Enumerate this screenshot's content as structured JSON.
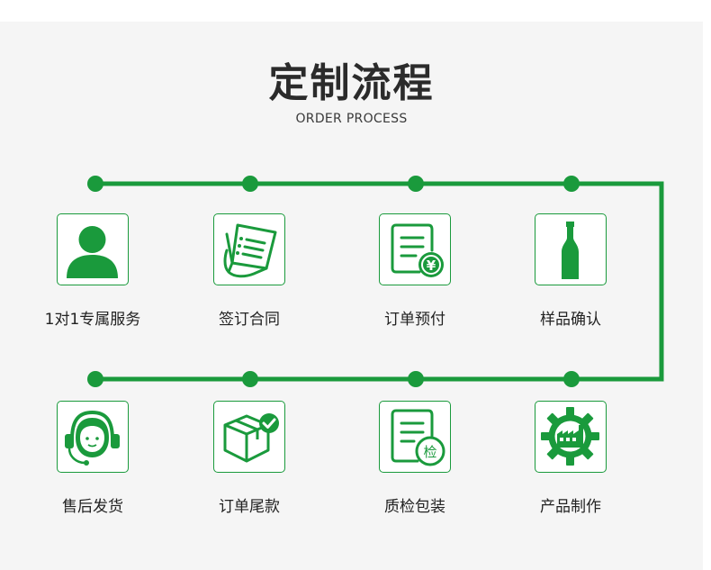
{
  "header": {
    "title": "定制流程",
    "subtitle": "ORDER PROCESS"
  },
  "colors": {
    "accent": "#1a9a3c",
    "background": "#f5f5f5",
    "text": "#222222"
  },
  "steps_row1": [
    {
      "label": "1对1专属服务",
      "icon": "customer-service-person-icon"
    },
    {
      "label": "签订合同",
      "icon": "contract-document-icon"
    },
    {
      "label": "订单预付",
      "icon": "order-prepayment-yen-icon"
    },
    {
      "label": "样品确认",
      "icon": "sample-bottle-icon"
    }
  ],
  "steps_row2": [
    {
      "label": "售后发货",
      "icon": "headset-support-icon"
    },
    {
      "label": "订单尾款",
      "icon": "package-check-icon"
    },
    {
      "label": "质检包装",
      "icon": "quality-inspection-icon"
    },
    {
      "label": "产品制作",
      "icon": "factory-gear-icon"
    }
  ],
  "inspection_badge": "检",
  "currency_symbol": "¥"
}
